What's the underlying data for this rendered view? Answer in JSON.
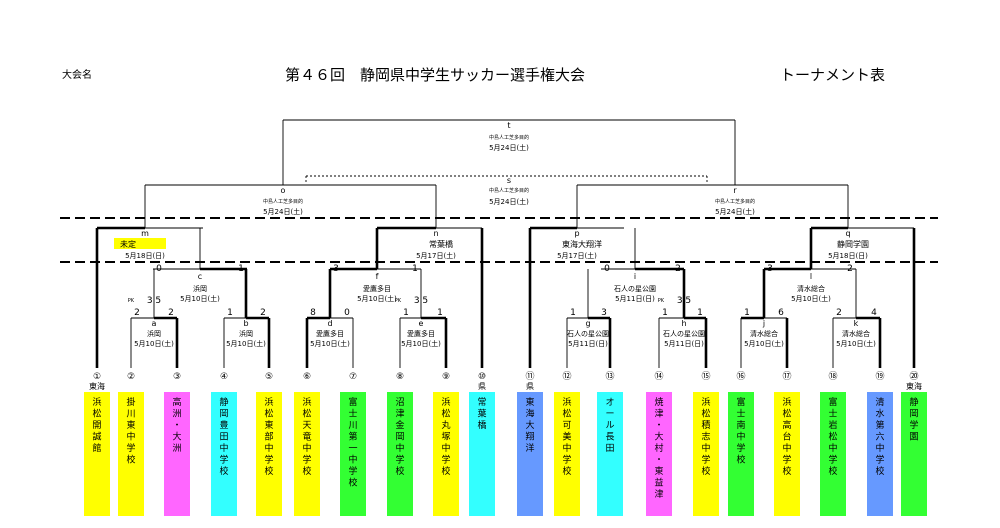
{
  "header": {
    "label": "大会名",
    "title": "第４６回　静岡県中学生サッカー選手権大会",
    "right": "トーナメント表"
  },
  "final": {
    "id": "t",
    "venue": "中島人工芝多目的",
    "date": "5月24日(土)"
  },
  "third_place": {
    "id": "s",
    "venue": "中島人工芝多目的",
    "date": "5月24日(土)"
  },
  "semifinals": [
    {
      "id": "o",
      "venue": "中島人工芝多目的",
      "date": "5月24日(土)"
    },
    {
      "id": "r",
      "venue": "中島人工芝多目的",
      "date": "5月24日(土)"
    }
  ],
  "quarterfinals": [
    {
      "id": "m",
      "venue": "未定",
      "date": "5月18日(日)"
    },
    {
      "id": "n",
      "venue": "常葉橋",
      "date": "5月17日(土)"
    },
    {
      "id": "p",
      "venue": "東海大翔洋",
      "date": "5月17日(土)"
    },
    {
      "id": "q",
      "venue": "静岡学園",
      "date": "5月18日(日)"
    }
  ],
  "round2": [
    {
      "id": "c",
      "venue": "浜岡",
      "date": "5月10日(土)",
      "score_left": "0",
      "score_right": "1"
    },
    {
      "id": "f",
      "venue": "愛鷹多目",
      "date": "5月10日(土)",
      "score_left": "3",
      "score_right": "1"
    },
    {
      "id": "i",
      "venue": "石人の星公園",
      "date": "5月11日(日)",
      "score_left": "0",
      "score_right": "2"
    },
    {
      "id": "l",
      "venue": "清水総合",
      "date": "5月10日(土)",
      "score_left": "3",
      "score_right": "2"
    }
  ],
  "round1": [
    {
      "id": "a",
      "venue": "浜岡",
      "date": "5月10日(土)",
      "score_left": "2",
      "score_right": "2",
      "pk": "3  5"
    },
    {
      "id": "b",
      "venue": "浜岡",
      "date": "5月10日(土)",
      "score_left": "1",
      "score_right": "2"
    },
    {
      "id": "d",
      "venue": "愛鷹多目",
      "date": "5月10日(土)",
      "score_left": "8",
      "score_right": "0"
    },
    {
      "id": "e",
      "venue": "愛鷹多目",
      "date": "5月10日(土)",
      "score_left": "1",
      "score_right": "1",
      "pk": "3  5"
    },
    {
      "id": "g",
      "venue": "石人の星公園",
      "date": "5月11日(日)",
      "score_left": "1",
      "score_right": "3"
    },
    {
      "id": "h",
      "venue": "石人の星公園",
      "date": "5月11日(日)",
      "score_left": "1",
      "score_right": "1",
      "pk": "3  5"
    },
    {
      "id": "j",
      "venue": "清水総合",
      "date": "5月10日(土)",
      "score_left": "1",
      "score_right": "6"
    },
    {
      "id": "k",
      "venue": "清水総合",
      "date": "5月10日(土)",
      "score_left": "2",
      "score_right": "4"
    }
  ],
  "pk_label": "PK",
  "teams": [
    {
      "num": "①",
      "region": "東海",
      "name": "浜松開誠館",
      "color": "#ffff00"
    },
    {
      "num": "②",
      "region": "",
      "name": "掛川東中学校",
      "color": "#ffff00"
    },
    {
      "num": "③",
      "region": "",
      "name": "高洲・大洲",
      "color": "#ff66ff"
    },
    {
      "num": "④",
      "region": "",
      "name": "静岡豊田中学校",
      "color": "#33ffff"
    },
    {
      "num": "⑤",
      "region": "",
      "name": "浜松東部中学校",
      "color": "#ffff00"
    },
    {
      "num": "⑥",
      "region": "",
      "name": "浜松天竜中学校",
      "color": "#ffff00"
    },
    {
      "num": "⑦",
      "region": "",
      "name": "富士川第一中学校",
      "color": "#33ff33"
    },
    {
      "num": "⑧",
      "region": "",
      "name": "沼津金岡中学校",
      "color": "#33ff33"
    },
    {
      "num": "⑨",
      "region": "",
      "name": "浜松丸塚中学校",
      "color": "#ffff00"
    },
    {
      "num": "⑩",
      "region": "県",
      "name": "常葉橋",
      "color": "#33ffff"
    },
    {
      "num": "⑪",
      "region": "県",
      "name": "東海大翔洋",
      "color": "#6699ff"
    },
    {
      "num": "⑫",
      "region": "",
      "name": "浜松可美中学校",
      "color": "#ffff00"
    },
    {
      "num": "⑬",
      "region": "",
      "name": "オール長田",
      "color": "#33ffff"
    },
    {
      "num": "⑭",
      "region": "",
      "name": "焼津・大村・東益津",
      "color": "#ff66ff"
    },
    {
      "num": "⑮",
      "region": "",
      "name": "浜松積志中学校",
      "color": "#ffff00"
    },
    {
      "num": "⑯",
      "region": "",
      "name": "富士南中学校",
      "color": "#33ff33"
    },
    {
      "num": "⑰",
      "region": "",
      "name": "浜松高台中学校",
      "color": "#ffff00"
    },
    {
      "num": "⑱",
      "region": "",
      "name": "富士岩松中学校",
      "color": "#33ff33"
    },
    {
      "num": "⑲",
      "region": "",
      "name": "清水第六中学校",
      "color": "#6699ff"
    },
    {
      "num": "⑳",
      "region": "東海",
      "name": "静岡学園",
      "color": "#33ff33"
    }
  ]
}
